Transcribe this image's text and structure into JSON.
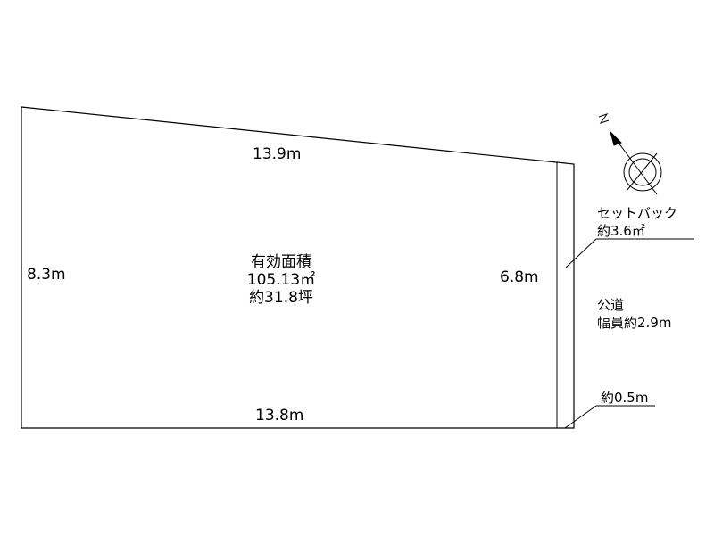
{
  "lot": {
    "top_edge": "13.9m",
    "bottom_edge": "13.8m",
    "left_edge": "8.3m",
    "right_edge": "6.8m"
  },
  "area": {
    "label": "有効面積",
    "sqm": "105.13㎡",
    "tsubo": "約31.8坪"
  },
  "setback": {
    "label": "セットバック",
    "area": "約3.6㎡",
    "width": "約0.5m"
  },
  "road": {
    "label": "公道",
    "width": "幅員約2.9m"
  },
  "compass": {
    "icon": "north-arrow-icon",
    "letter": "N"
  }
}
